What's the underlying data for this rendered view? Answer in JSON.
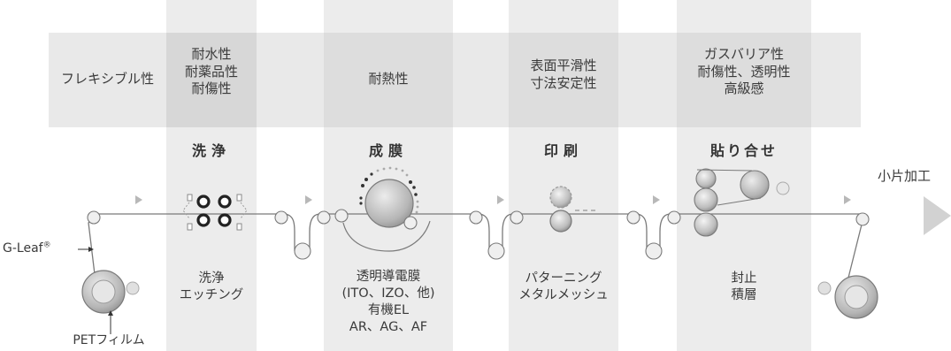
{
  "header_row": {
    "flexibility": "フレキシブル性",
    "wash_props": "耐水性\n耐薬品性\n耐傷性",
    "film_props": "耐熱性",
    "print_props": "表面平滑性\n寸法安定性",
    "laminate_props": "ガスバリア性\n耐傷性、透明性\n高級感"
  },
  "stages": {
    "wash": "洗浄",
    "film": "成膜",
    "print": "印刷",
    "laminate": "貼り合せ"
  },
  "next_step": "小片加工",
  "materials": {
    "g_leaf": "G-Leaf",
    "registered_mark": "®",
    "pet_film": "PETフィルム"
  },
  "processes": {
    "wash": "洗浄\nエッチング",
    "film": "透明導電膜\n(ITO、IZO、他)\n有機EL\nAR、AG、AF",
    "print": "パターニング\nメタルメッシュ",
    "laminate": "封止\n積層"
  },
  "colors": {
    "band": "#e9e9e9",
    "highlight": "#d9d9d9",
    "line": "#7a7a7a",
    "arrow": "#c8c8c8"
  }
}
